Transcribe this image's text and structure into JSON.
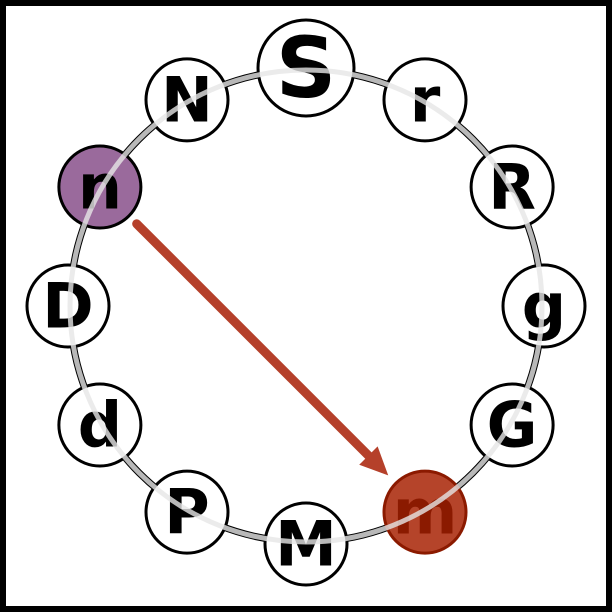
{
  "nodes": [
    {
      "label": "S",
      "state": "start-large"
    },
    {
      "label": "r",
      "state": "normal"
    },
    {
      "label": "R",
      "state": "normal"
    },
    {
      "label": "g",
      "state": "normal"
    },
    {
      "label": "G",
      "state": "normal"
    },
    {
      "label": "m",
      "state": "target"
    },
    {
      "label": "M",
      "state": "normal"
    },
    {
      "label": "P",
      "state": "normal"
    },
    {
      "label": "d",
      "state": "normal"
    },
    {
      "label": "D",
      "state": "normal"
    },
    {
      "label": "n",
      "state": "source"
    },
    {
      "label": "N",
      "state": "normal"
    }
  ],
  "arrow": {
    "from": "n",
    "to": "m"
  },
  "colors": {
    "source_fill": "#9a6a9c",
    "target_fill": "#b5442a",
    "target_stroke": "#8b1a00",
    "arrow": "#b5402a",
    "ring": "#000000"
  }
}
